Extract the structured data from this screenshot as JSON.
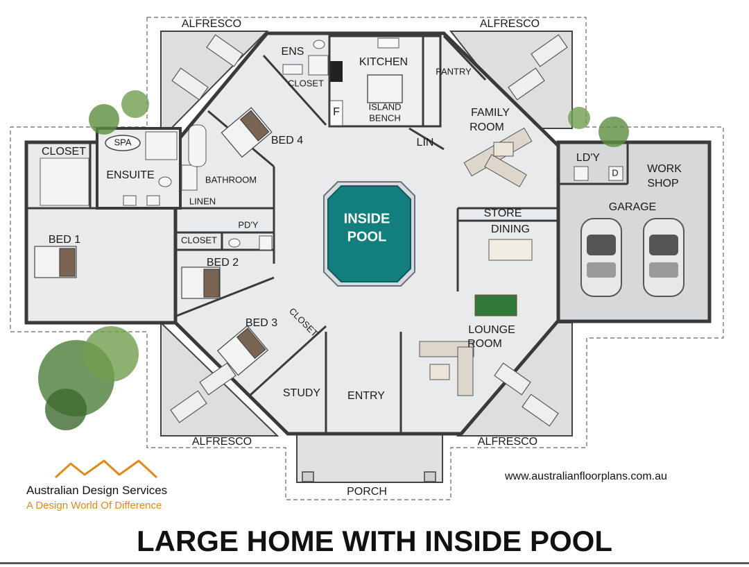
{
  "rooms": {
    "alfresco_tl": "ALFRESCO",
    "alfresco_tr": "ALFRESCO",
    "alfresco_bl": "ALFRESCO",
    "alfresco_br": "ALFRESCO",
    "ens": "ENS",
    "closet_ens": "CLOSET",
    "kitchen": "KITCHEN",
    "pantry": "PANTRY",
    "island_1": "ISLAND",
    "island_2": "BENCH",
    "fridge": "F",
    "bed4": "BED 4",
    "family_1": "FAMILY",
    "family_2": "ROOM",
    "lin": "LIN",
    "spa": "SPA",
    "closet_bed1": "CLOSET",
    "ensuite": "ENSUITE",
    "bathroom": "BATHROOM",
    "linen": "LINEN",
    "ldy": "LD'Y",
    "dryer": "D",
    "work_1": "WORK",
    "work_2": "SHOP",
    "garage": "GARAGE",
    "pool_1": "INSIDE",
    "pool_2": "POOL",
    "store": "STORE",
    "dining": "DINING",
    "pdy": "PD'Y",
    "closet_bed2": "CLOSET",
    "bed1": "BED 1",
    "bed2": "BED 2",
    "bed3": "BED 3",
    "closet_bed3": "CLOSET",
    "lounge_1": "LOUNGE",
    "lounge_2": "ROOM",
    "study": "STUDY",
    "entry": "ENTRY",
    "porch": "PORCH"
  },
  "branding": {
    "company": "Australian Design Services",
    "tagline": "A Design World Of Difference",
    "website": "www.australianfloorplans.com.au"
  },
  "title": "LARGE HOME WITH INSIDE POOL",
  "colors": {
    "floor": "#e9eaec",
    "wall": "#3a3a3a",
    "alfresco": "#dcdcdc",
    "pool": "#127e7e",
    "logo_orange": "#e38a12"
  }
}
